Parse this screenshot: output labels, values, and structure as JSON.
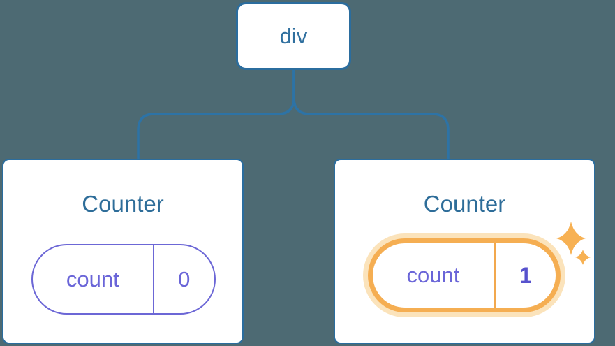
{
  "diagram": {
    "root": {
      "label": "div"
    },
    "counters": [
      {
        "title": "Counter",
        "state_key": "count",
        "state_value": "0",
        "highlighted": false
      },
      {
        "title": "Counter",
        "state_key": "count",
        "state_value": "1",
        "highlighted": true
      }
    ]
  },
  "icons": {
    "sparkles": "sparkles-icon (two four-point stars marking freshly re-created state)"
  },
  "colors": {
    "background": "#4d6a73",
    "node_border_blue": "#2b6d9e",
    "connector_blue": "#2d73a6",
    "text_blue": "#2e6d99",
    "state_purple": "#6a65d8",
    "state_purple_bold": "#5752cd",
    "pill_border_purple": "#6c67d6",
    "highlight_orange": "#f5ae52",
    "highlight_glow": "#fbe3bb",
    "sparkle_orange": "#f7b153",
    "card_background": "#ffffff"
  }
}
